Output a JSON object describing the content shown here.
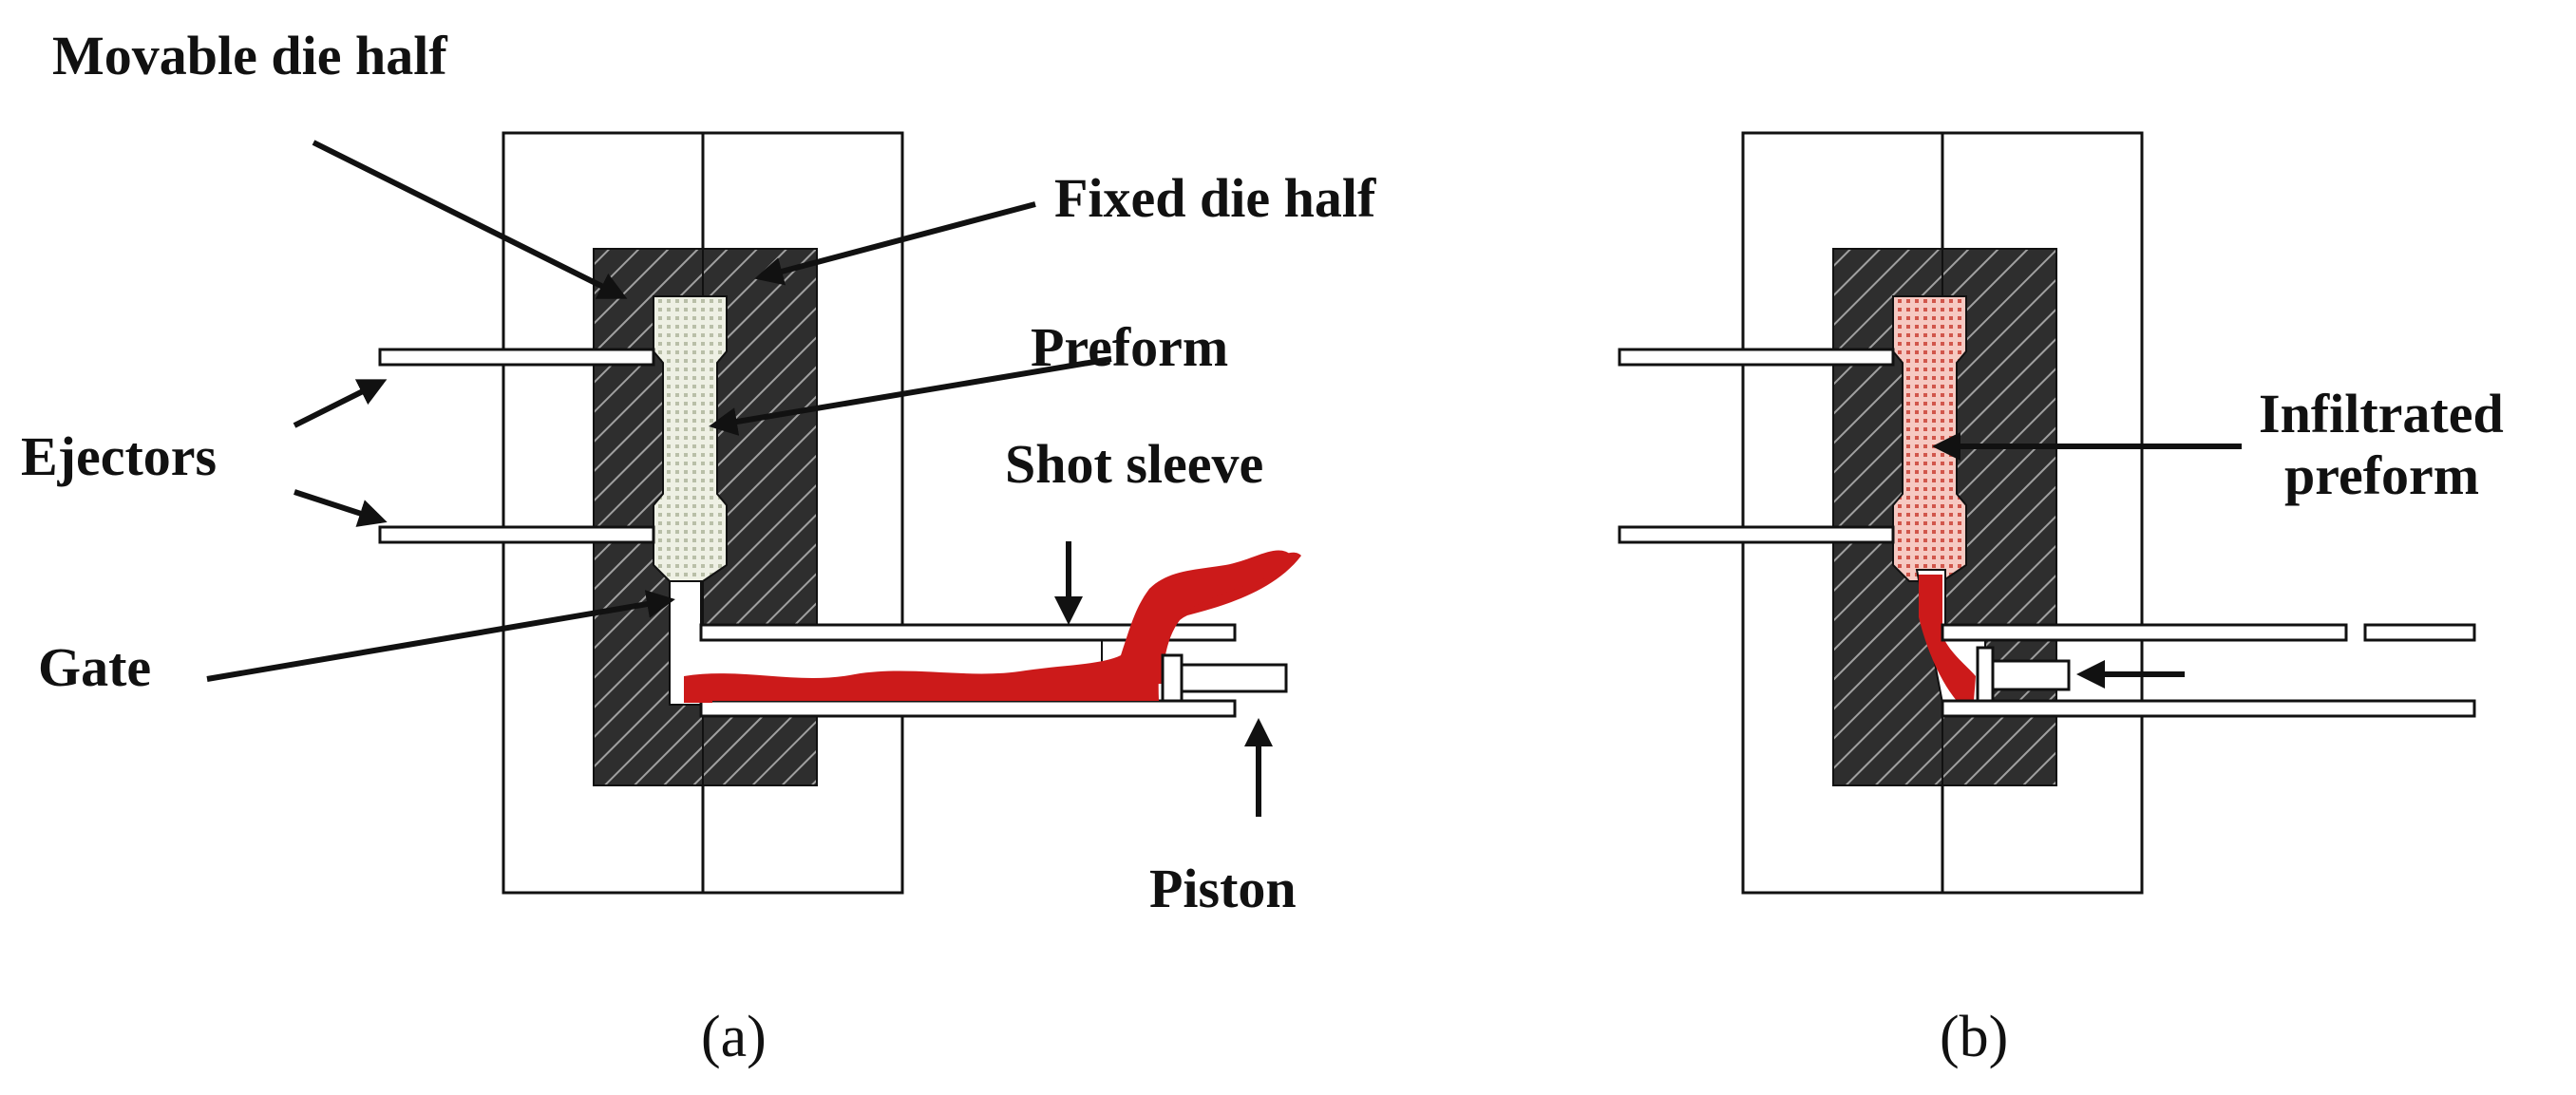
{
  "labels": {
    "movable_die_half": "Movable die half",
    "fixed_die_half": "Fixed die half",
    "preform": "Preform",
    "ejectors": "Ejectors",
    "shot_sleeve": "Shot sleeve",
    "gate": "Gate",
    "piston": "Piston",
    "infiltrated_line1": "Infiltrated",
    "infiltrated_line2": "preform"
  },
  "captions": {
    "a": "(a)",
    "b": "(b)"
  },
  "colors": {
    "molten_metal": "#cc1a1a",
    "die_dark": "#2e2e2e",
    "die_hatch": "#9a9a9a",
    "preform_fill": "#e9ece0",
    "infiltrated_fill": "#f0b8b0"
  }
}
